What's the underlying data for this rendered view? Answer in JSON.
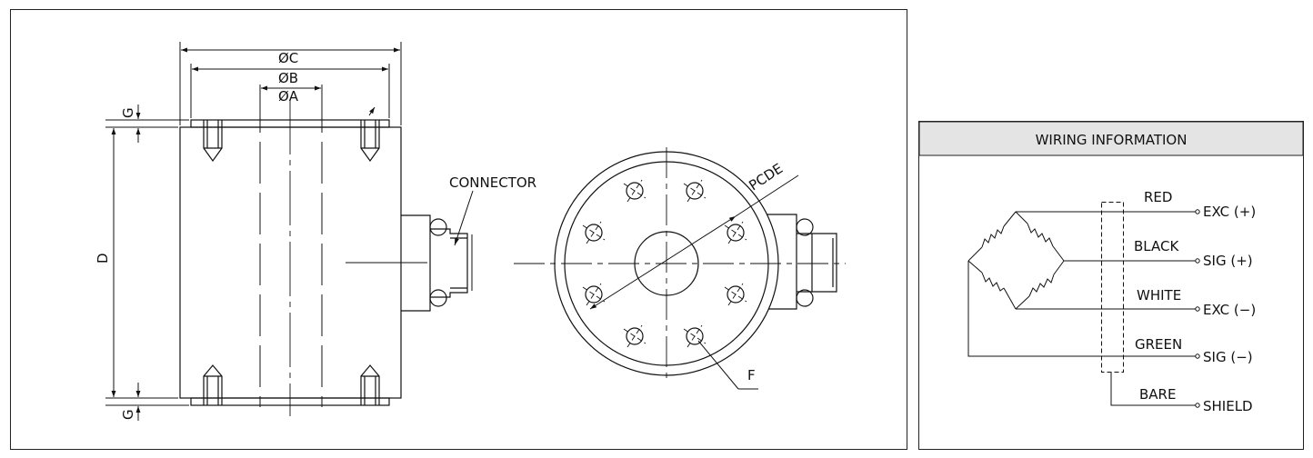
{
  "drawing": {
    "dims": {
      "c": "ØC",
      "b": "ØB",
      "a": "ØA",
      "g_top": "G",
      "g_bottom": "G",
      "d": "D",
      "pcd": "PCDE",
      "f": "F"
    },
    "connector_label": "CONNECTOR"
  },
  "wiring": {
    "title": "WIRING INFORMATION",
    "wires": [
      {
        "color": "RED",
        "signal": "EXC (+)"
      },
      {
        "color": "BLACK",
        "signal": "SIG (+)"
      },
      {
        "color": "WHITE",
        "signal": "EXC (−)"
      },
      {
        "color": "GREEN",
        "signal": "SIG (−)"
      },
      {
        "color": "BARE",
        "signal": "SHIELD"
      }
    ]
  }
}
